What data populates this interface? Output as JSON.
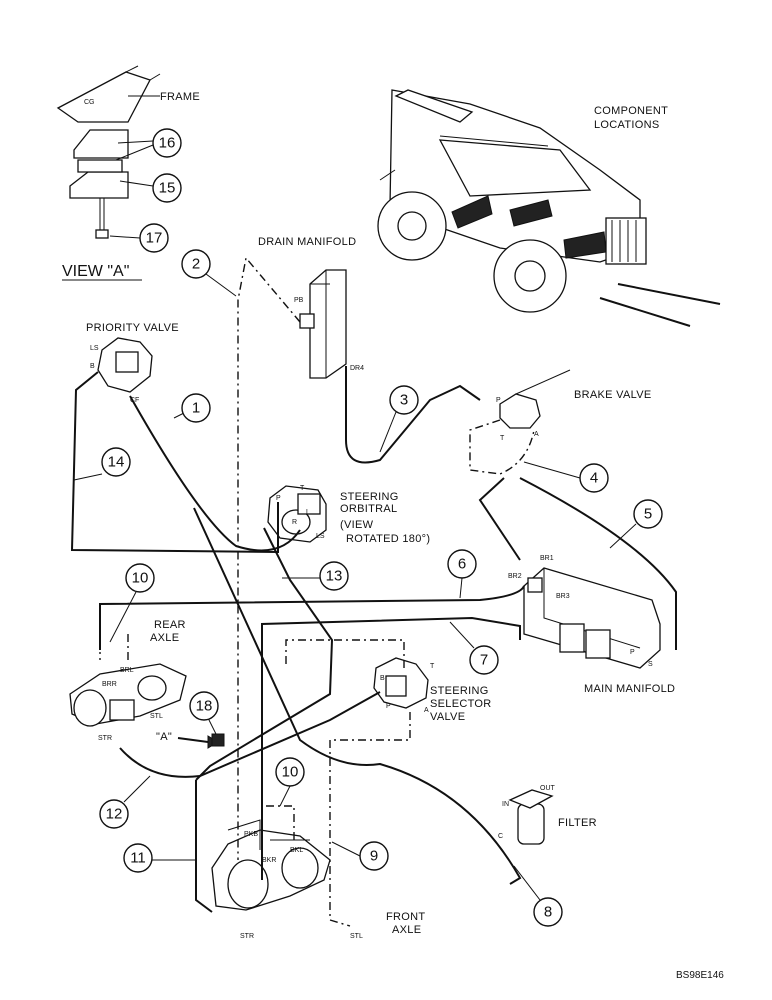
{
  "labels": {
    "frame": "FRAME",
    "view_a": "VIEW \"A\"",
    "component_locations_1": "COMPONENT",
    "component_locations_2": "LOCATIONS",
    "drain_manifold": "DRAIN MANIFOLD",
    "priority_valve": "PRIORITY VALVE",
    "brake_valve": "BRAKE VALVE",
    "steering_orbitral_1": "STEERING",
    "steering_orbitral_2": "ORBITRAL",
    "view_rotated_1": "(VIEW",
    "view_rotated_2": "ROTATED 180°)",
    "rear_axle_1": "REAR",
    "rear_axle_2": "AXLE",
    "main_manifold": "MAIN MANIFOLD",
    "steering_selector_1": "STEERING",
    "steering_selector_2": "SELECTOR",
    "steering_selector_3": "VALVE",
    "filter": "FILTER",
    "front_axle_1": "FRONT",
    "front_axle_2": "AXLE",
    "view_a_arrow": "\"A\"",
    "figure_code": "BS98E146"
  },
  "port_labels": {
    "pb": "PB",
    "dr4": "DR4",
    "ls": "LS",
    "b": "B",
    "cf": "CF",
    "p_brake": "P",
    "t_brake": "T",
    "a_brake": "A",
    "p_orb": "P",
    "t_orb": "T",
    "r_orb": "R",
    "l_orb": "L",
    "ls_orb": "LS",
    "br1": "BR1",
    "br2": "BR2",
    "br3": "BR3",
    "p_main": "P",
    "s_main": "S",
    "brl": "BRL",
    "brr": "BRR",
    "stl_rear": "STL",
    "str_rear": "STR",
    "b_sel": "B",
    "t_sel": "T",
    "p_sel": "P",
    "a_sel": "A",
    "in": "IN",
    "out": "OUT",
    "c": "C",
    "pkb": "PKB",
    "bkr": "BKR",
    "bkl": "BKL",
    "str_front": "STR",
    "stl_front": "STL",
    "cg": "CG"
  },
  "callouts": [
    "1",
    "2",
    "3",
    "4",
    "5",
    "6",
    "7",
    "8",
    "9",
    "10",
    "10",
    "11",
    "12",
    "13",
    "14",
    "15",
    "16",
    "17",
    "18"
  ]
}
